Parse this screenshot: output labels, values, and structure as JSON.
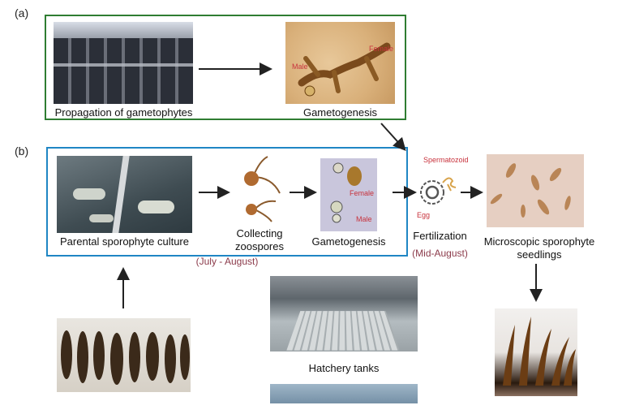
{
  "panel_a": {
    "label": "(a)",
    "left_caption": "Propagation of gametophytes",
    "right_caption": "Gametogenesis",
    "male_label": "Male",
    "female_label": "Female"
  },
  "panel_b": {
    "label": "(b)",
    "parental_caption": "Parental sporophyte culture",
    "zoospores_caption": "Collecting zoospores",
    "gametogenesis_caption": "Gametogenesis",
    "female_label": "Female",
    "male_label": "Male",
    "period": "(July - August)",
    "spermatozoid_label": "Spermatozoid",
    "egg_label": "Egg",
    "fertilization_caption": "Fertilization",
    "fertilization_period": "(Mid-August)",
    "seedlings_caption": "Microscopic sporophyte seedlings",
    "hatchery_caption": "Hatchery tanks"
  },
  "colors": {
    "panel_a_border": "#2f7d32",
    "panel_b_border": "#1f86c4",
    "label_red": "#c8323c",
    "period_maroon": "#8b3a4a"
  }
}
